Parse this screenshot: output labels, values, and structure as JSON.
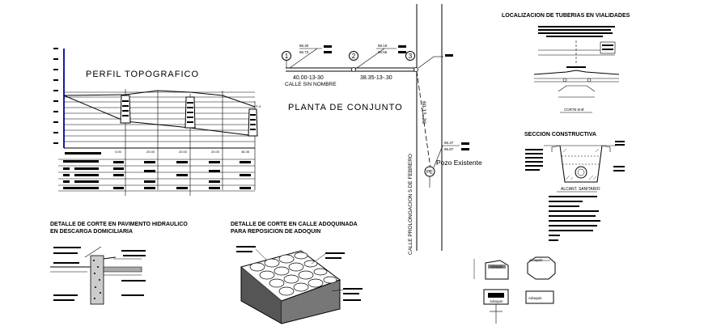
{
  "perfil": {
    "title": "PERFIL TOPOGRAFICO",
    "end_label": "P-3",
    "stations": [
      "0.00",
      "20.00",
      "20.00",
      "20.00",
      "38.35"
    ]
  },
  "planta": {
    "title": "PLANTA DE CONJUNTO",
    "street_name": "CALLE SIN NOMBRE",
    "seg1_label": "40.00-13-30",
    "seg2_label": "38.35-13-.30",
    "vertical_label": "60-13-.30",
    "cross_street": "CALLE PROLONGACION 5 DE FEBRERO",
    "pozo_label": "Pozo Existente",
    "pozo_tag": "PE",
    "nodes": [
      "1",
      "2",
      "3"
    ],
    "elev": [
      "98.30",
      "96.73",
      "98.19",
      "96.55",
      "96.37",
      "96.87"
    ]
  },
  "localizacion": {
    "title": "LOCALIZACION DE TUBERIAS EN VIALIDADES",
    "corte_label": "CORTE B-B'"
  },
  "seccion": {
    "title": "SECCION CONSTRUCTIVA",
    "caption": "ALCANT. SANITARIO"
  },
  "detalle_hidraulico": {
    "title_line1": "DETALLE DE CORTE EN PAVIMENTO HIDRAULICO",
    "title_line2": "EN DESCARGA DOMICILIARIA"
  },
  "detalle_adoquin": {
    "title_line1": "DETALLE DE CORTE EN CALLE ADOQUINADA",
    "title_line2": "PARA REPOSICION DE ADOQUIN"
  },
  "adoquin_labels": [
    "Adoquin",
    "Adoquin",
    "Adoquin",
    "Adoquin"
  ]
}
